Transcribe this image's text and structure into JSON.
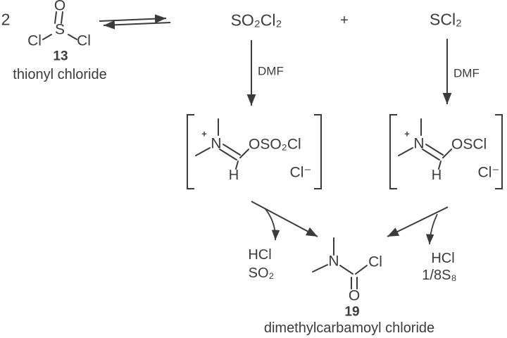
{
  "colors": {
    "ink": "#3b3b3b",
    "background": "#ffffff"
  },
  "labels": {
    "stoichiometric_factor": "2",
    "plus_sign": "+"
  },
  "thionyl_chloride": {
    "oxygen": "O",
    "sulfur": "S",
    "chlorine_left": "Cl",
    "chlorine_right": "Cl",
    "compound_number": "13",
    "name": "thionyl chloride"
  },
  "chlorinating_agents": {
    "sulfuryl_chloride": "SO₂Cl₂",
    "sulfur_dichloride": "SCl₂"
  },
  "conditions": {
    "dmf_left": "DMF",
    "dmf_right": "DMF"
  },
  "intermediate_left": {
    "charge": "+",
    "nitrogen": "N",
    "substituent": "OSO₂Cl",
    "hydrogen": "H",
    "counterion": "Cl⁻"
  },
  "intermediate_right": {
    "charge": "+",
    "nitrogen": "N",
    "substituent": "OSCl",
    "hydrogen": "H",
    "counterion": "Cl⁻"
  },
  "byproducts_left": {
    "line1": "HCl",
    "line2": "SO₂"
  },
  "byproducts_right": {
    "line1": "HCl",
    "line2": "1/8S₈"
  },
  "product": {
    "nitrogen": "N",
    "chlorine": "Cl",
    "oxygen": "O",
    "compound_number": "19",
    "name": "dimethylcarbamoyl chloride"
  }
}
